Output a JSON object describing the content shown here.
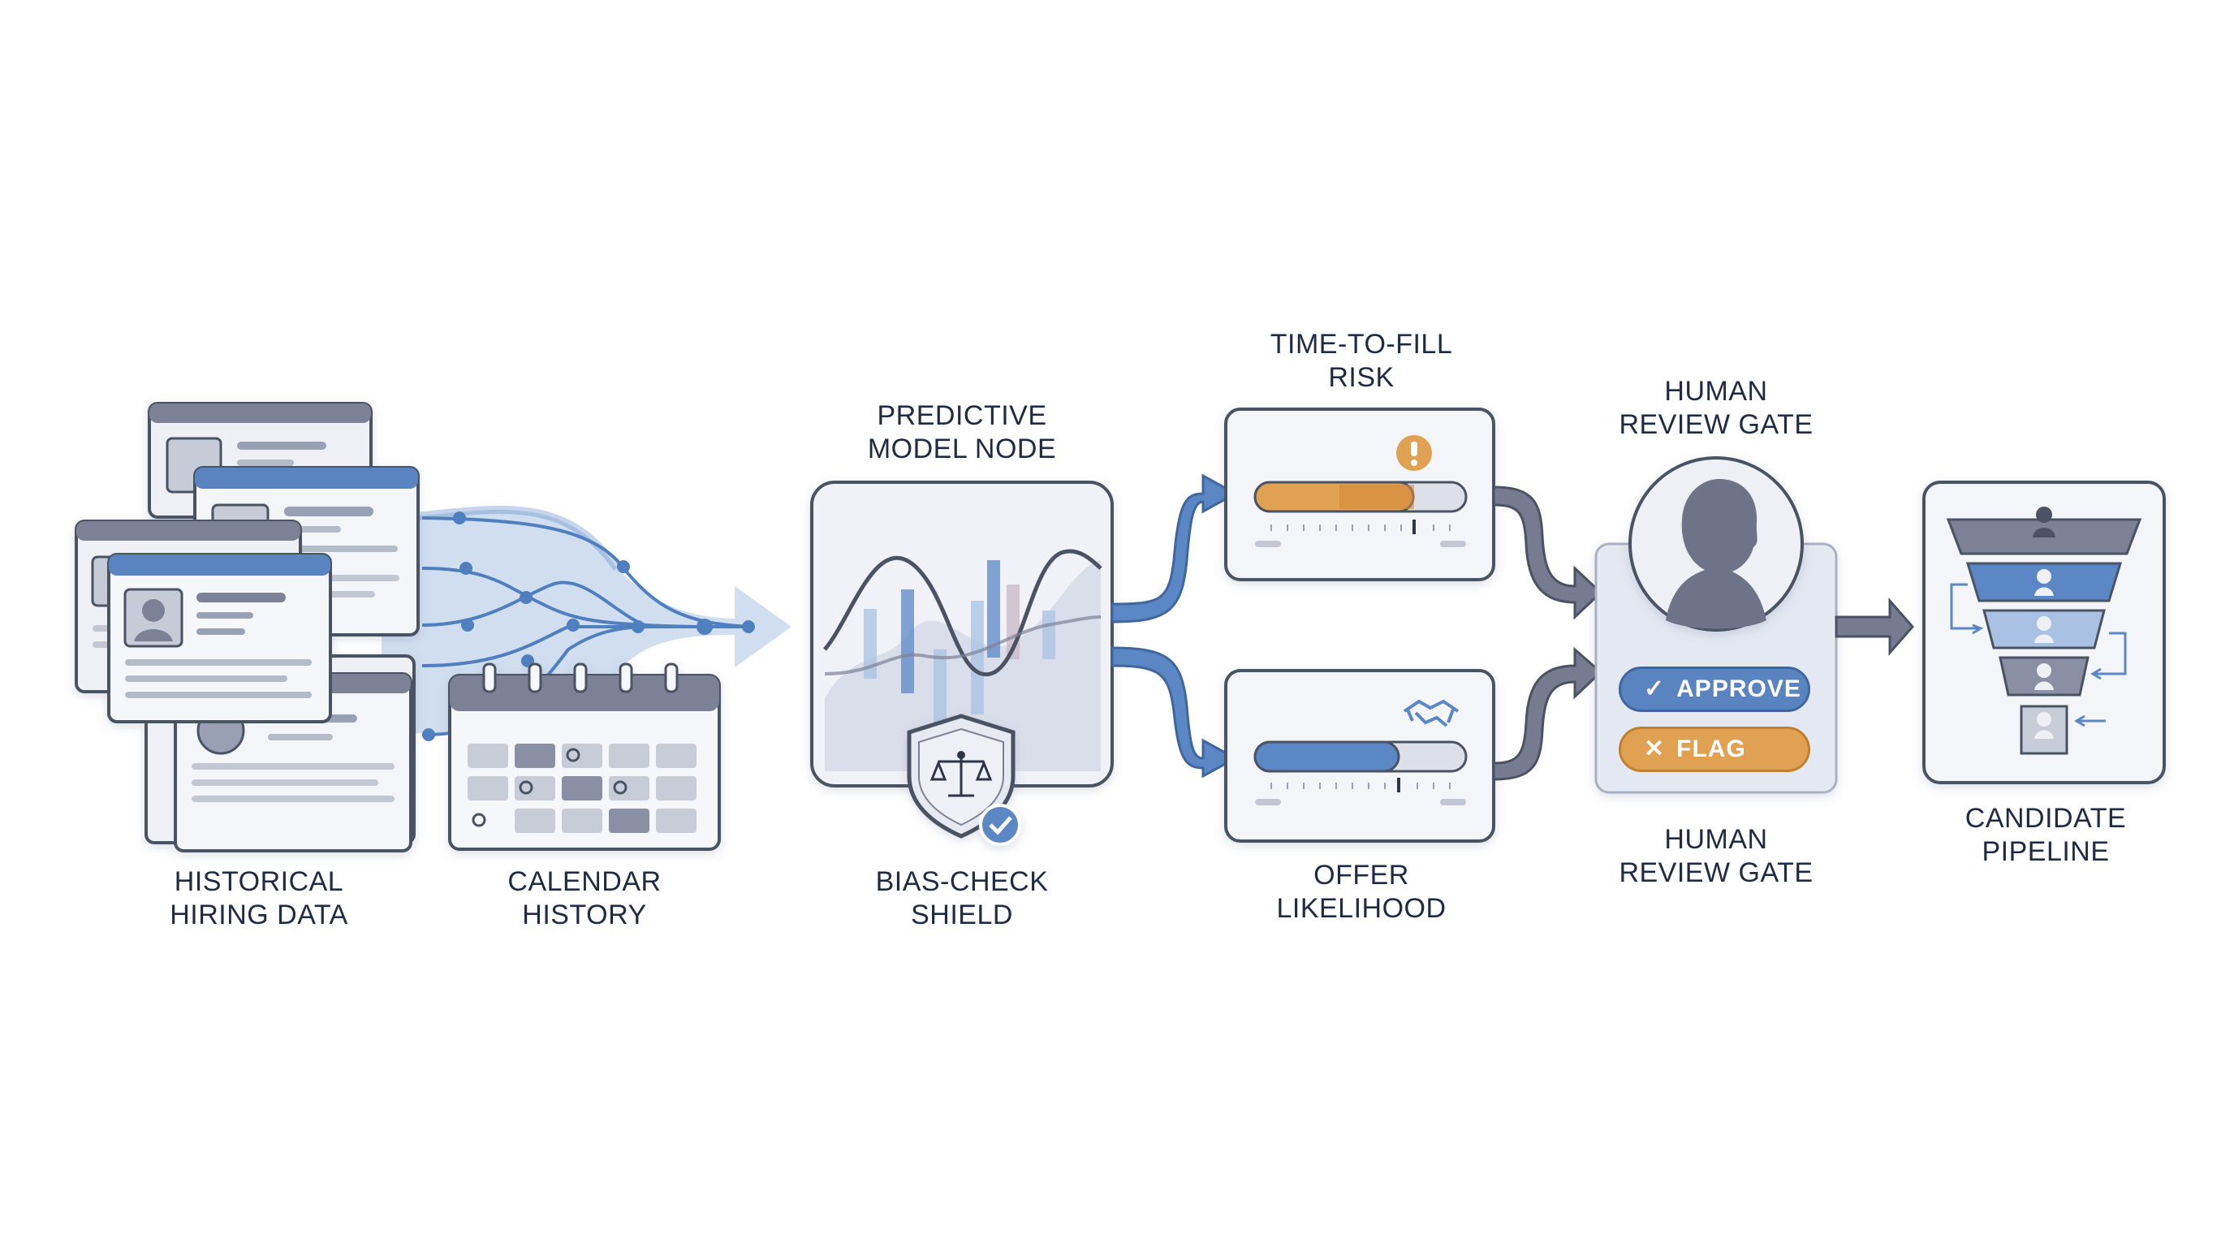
{
  "colors": {
    "stroke": "#4a5263",
    "blue": "#5b87c5",
    "blue_light": "#a9c2e3",
    "orange": "#e0a152",
    "gray_card": "#f0f2f7",
    "gray_dark": "#7c8196",
    "flow_gray": "#777b8f"
  },
  "sources": {
    "historical": {
      "line1": "HISTORICAL",
      "line2": "HIRING DATA",
      "icon": "resume-stack-icon"
    },
    "calendar": {
      "line1": "CALENDAR",
      "line2": "HISTORY",
      "icon": "calendar-icon"
    }
  },
  "model": {
    "title_line1": "PREDICTIVE",
    "title_line2": "MODEL NODE",
    "icon": "chart-waveform-icon"
  },
  "shield": {
    "line1": "BIAS-CHECK",
    "line2": "SHIELD",
    "icon": "scales-shield-icon"
  },
  "risk": {
    "title_line1": "TIME-TO-FILL",
    "title_line2": "RISK",
    "level": 0.75,
    "icon": "alert-icon"
  },
  "offer": {
    "title_line1": "OFFER",
    "title_line2": "LIKELIHOOD",
    "level": 0.68,
    "icon": "handshake-icon"
  },
  "review": {
    "top_line1": "HUMAN",
    "top_line2": "REVIEW GATE",
    "bottom_line1": "HUMAN",
    "bottom_line2": "REVIEW GATE",
    "approve_label": "APPROVE",
    "flag_label": "FLAG",
    "icon": "person-avatar-icon"
  },
  "pipeline": {
    "line1": "CANDIDATE",
    "line2": "PIPELINE",
    "icon": "funnel-icon"
  }
}
